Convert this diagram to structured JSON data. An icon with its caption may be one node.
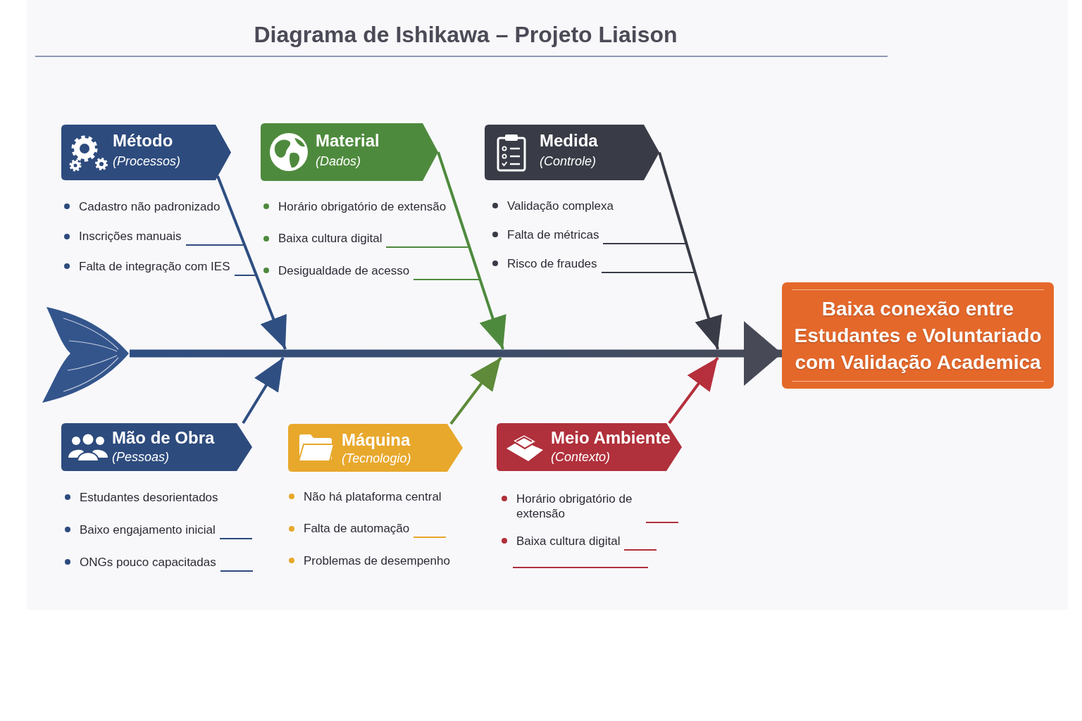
{
  "diagram": {
    "title": "Diagrama de Ishikawa – Projeto Liaison",
    "nodes": [
      {
        "text": [
          "Método",
          "(Processos)"
        ],
        "beside": [
          "Cadastro não padronizado",
          "Inscrições manuais",
          "Falta de integração com IES"
        ]
      },
      {
        "text": [
          "Material",
          "(Dados)"
        ],
        "beside": [
          "Horário obrigatório de extensão",
          "Baixa cultura digital",
          "Desigualdade de acesso"
        ]
      },
      {
        "text": [
          "Medida",
          "(Controle)"
        ],
        "beside": [
          "Validação complexa",
          "Falta de métricas",
          "Risco de fraudes"
        ]
      },
      {
        "text": [],
        "shape": "tail"
      },
      {
        "text": [
          "Baixa conexão entre Estudantes e Voluntariado com Validação Academica"
        ]
      },
      {
        "text": [
          "Mão de Obra",
          "(Pessoas)"
        ],
        "beside": [
          "Estudantes desorientados",
          "Baixo engajamento inicial",
          "ONGs pouco capacitadas"
        ]
      },
      {
        "text": [
          "Máquina",
          "(Tecnologio)"
        ],
        "beside": [
          "Não há plataforma central",
          "Falta de automação",
          "Problemas de desempenho"
        ]
      },
      {
        "text": [
          "Meio Ambiente",
          "(Contexto)"
        ],
        "beside": [
          "Horário obrigatório de extensão",
          "Baixa cultura digital"
        ]
      }
    ],
    "edges": [
      {
        "from": 0,
        "to": null,
        "arrow": "to"
      },
      {
        "from": 1,
        "to": null,
        "arrow": "to",
        "color": "#4e8a3d"
      },
      {
        "from": 2,
        "to": null,
        "arrow": "to",
        "color": "#393c46"
      },
      {
        "from": 3,
        "to": 4,
        "arrow": "to",
        "style": "thick"
      },
      {
        "from": 5,
        "to": null,
        "arrow": "to"
      },
      {
        "from": 6,
        "to": null,
        "arrow": "to",
        "color": "#5e8a3a"
      },
      {
        "from": 7,
        "to": null,
        "arrow": "to",
        "color": "#b5303c"
      }
    ]
  }
}
